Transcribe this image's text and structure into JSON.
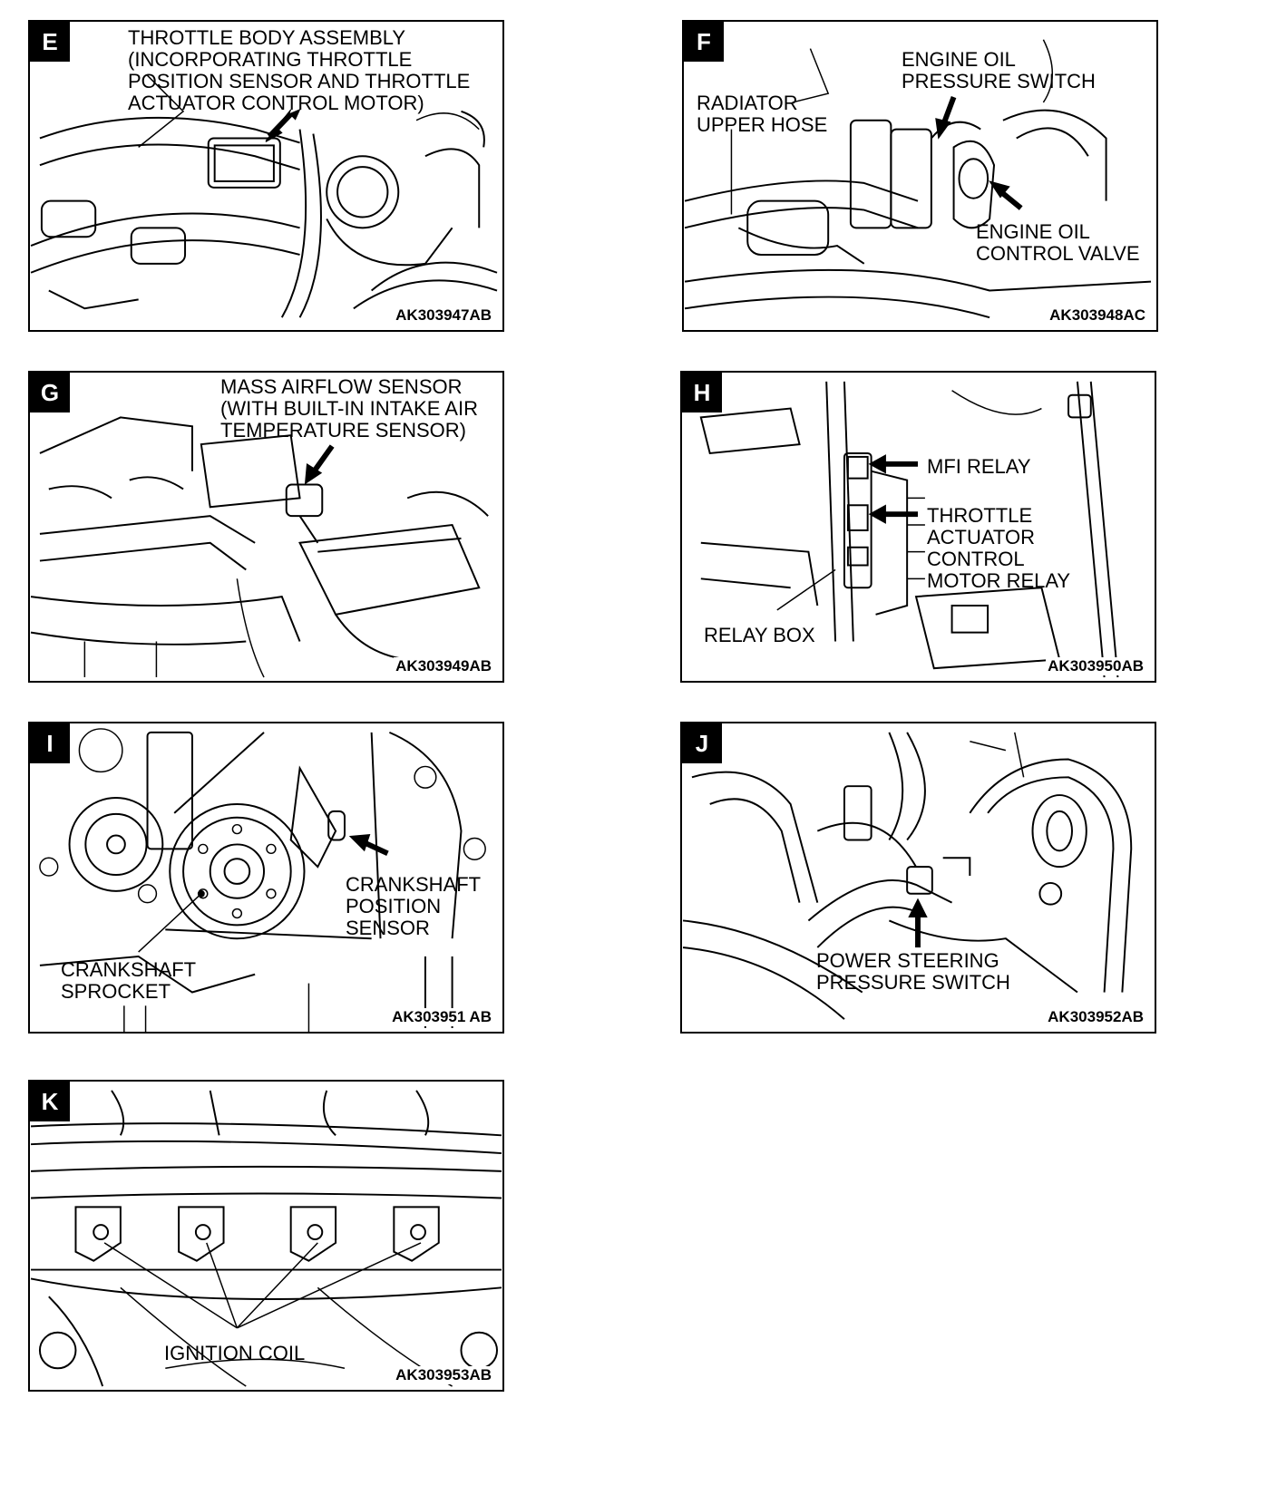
{
  "panels": {
    "E": {
      "letter": "E",
      "label": "THROTTLE BODY ASSEMBLY\n(INCORPORATING THROTTLE\nPOSITION SENSOR AND THROTTLE\nACTUATOR CONTROL MOTOR)",
      "code": "AK303947AB"
    },
    "F": {
      "letter": "F",
      "label_a": "ENGINE OIL\nPRESSURE SWITCH",
      "label_b": "RADIATOR\nUPPER HOSE",
      "label_c": "ENGINE OIL\nCONTROL VALVE",
      "code": "AK303948AC"
    },
    "G": {
      "letter": "G",
      "label": "MASS AIRFLOW SENSOR\n(WITH BUILT-IN INTAKE AIR\nTEMPERATURE SENSOR)",
      "code": "AK303949AB"
    },
    "H": {
      "letter": "H",
      "label_a": "MFI RELAY",
      "label_b": "THROTTLE\nACTUATOR\nCONTROL\nMOTOR RELAY",
      "label_c": "RELAY BOX",
      "code": "AK303950AB"
    },
    "I": {
      "letter": "I",
      "label_a": "CRANKSHAFT\nPOSITION\nSENSOR",
      "label_b": "CRANKSHAFT\nSPROCKET",
      "code": "AK303951 AB"
    },
    "J": {
      "letter": "J",
      "label": "POWER STEERING\nPRESSURE SWITCH",
      "code": "AK303952AB"
    },
    "K": {
      "letter": "K",
      "label": "IGNITION COIL",
      "code": "AK303953AB"
    }
  }
}
